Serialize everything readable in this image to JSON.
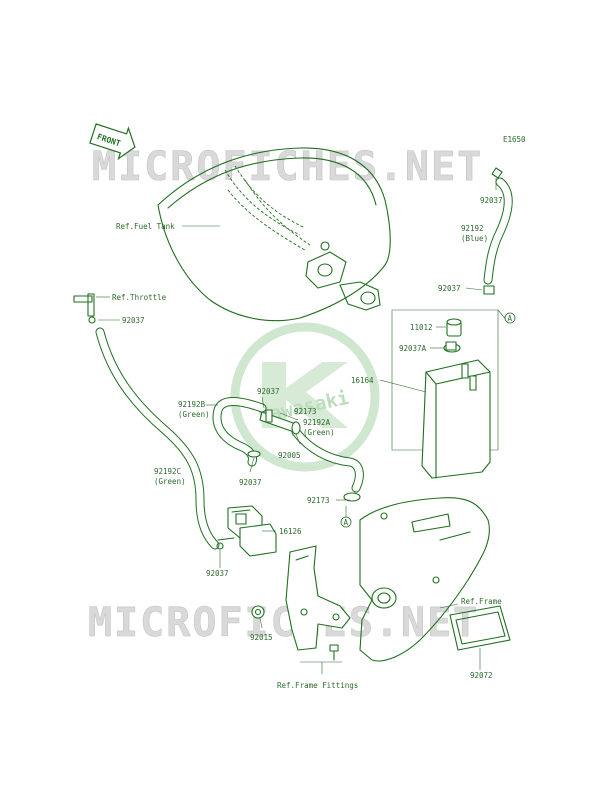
{
  "diagram_code": "E1650",
  "front_label": "FRONT",
  "watermark": "MICROFICHES.NET",
  "logo_text": "Kawasaki",
  "colors": {
    "line": "#1f6f1f",
    "label": "#2c6b2c",
    "watermark": "#d9d9d9",
    "logo": "#cfe6cf"
  },
  "labels": {
    "ref_fuel_tank": "Ref.Fuel Tank",
    "ref_throttle": "Ref.Throttle",
    "p92037_top": "92037",
    "p92192_blue_num": "92192",
    "p92192_blue_col": "(Blue)",
    "p92037_right": "92037",
    "p11012": "11012",
    "p92037A": "92037A",
    "p16164": "16164",
    "p92037_left": "92037",
    "p92192B_num": "92192B",
    "p92192B_col": "(Green)",
    "p92037_mid": "92037",
    "p92173_top": "92173",
    "p92192A_num": "92192A",
    "p92192A_col": "(Green)",
    "p92005": "92005",
    "p92192C_num": "92192C",
    "p92192C_col": "(Green)",
    "p92037_lowmid": "92037",
    "p92173_low": "92173",
    "p16126": "16126",
    "p92037_bottom": "92037",
    "ref_frame": "Ref.Frame",
    "p92015": "92015",
    "p92072": "92072",
    "ref_frame_fittings": "Ref.Frame Fittings",
    "callout_a": "A"
  }
}
